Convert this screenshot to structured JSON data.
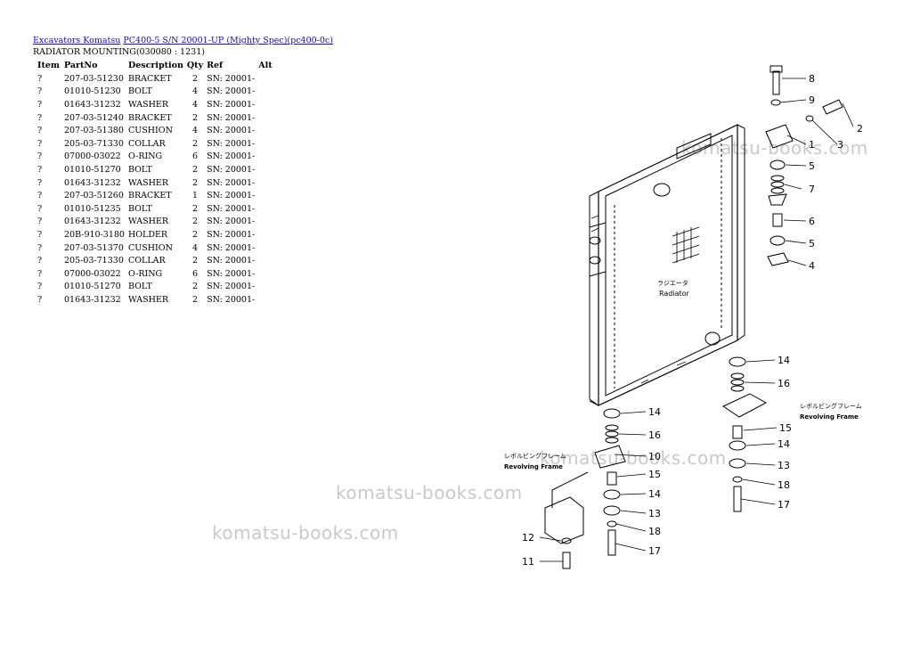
{
  "breadcrumb": {
    "link1": "Excavators Komatsu",
    "link2": "PC400-5 S/N 20001-UP (Mighty Spec)(pc400-0c)"
  },
  "subtitle": "RADIATOR MOUNTING(030080 : 1231)",
  "table": {
    "headers": [
      "Item",
      "PartNo",
      "Description",
      "Qty",
      "Ref",
      "Alt"
    ],
    "rows": [
      [
        "?",
        "207-03-51230",
        "BRACKET",
        "2",
        "SN: 20001-",
        ""
      ],
      [
        "?",
        "01010-51230",
        "BOLT",
        "4",
        "SN: 20001-",
        ""
      ],
      [
        "?",
        "01643-31232",
        "WASHER",
        "4",
        "SN: 20001-",
        ""
      ],
      [
        "?",
        "207-03-51240",
        "BRACKET",
        "2",
        "SN: 20001-",
        ""
      ],
      [
        "?",
        "207-03-51380",
        "CUSHION",
        "4",
        "SN: 20001-",
        ""
      ],
      [
        "?",
        "205-03-71330",
        "COLLAR",
        "2",
        "SN: 20001-",
        ""
      ],
      [
        "?",
        "07000-03022",
        "O-RING",
        "6",
        "SN: 20001-",
        ""
      ],
      [
        "?",
        "01010-51270",
        "BOLT",
        "2",
        "SN: 20001-",
        ""
      ],
      [
        "?",
        "01643-31232",
        "WASHER",
        "2",
        "SN: 20001-",
        ""
      ],
      [
        "?",
        "207-03-51260",
        "BRACKET",
        "1",
        "SN: 20001-",
        ""
      ],
      [
        "?",
        "01010-51235",
        "BOLT",
        "2",
        "SN: 20001-",
        ""
      ],
      [
        "?",
        "01643-31232",
        "WASHER",
        "2",
        "SN: 20001-",
        ""
      ],
      [
        "?",
        "20B-910-3180",
        "HOLDER",
        "2",
        "SN: 20001-",
        ""
      ],
      [
        "?",
        "207-03-51370",
        "CUSHION",
        "4",
        "SN: 20001-",
        ""
      ],
      [
        "?",
        "205-03-71330",
        "COLLAR",
        "2",
        "SN: 20001-",
        ""
      ],
      [
        "?",
        "07000-03022",
        "O-RING",
        "6",
        "SN: 20001-",
        ""
      ],
      [
        "?",
        "01010-51270",
        "BOLT",
        "2",
        "SN: 20001-",
        ""
      ],
      [
        "?",
        "01643-31232",
        "WASHER",
        "2",
        "SN: 20001-",
        ""
      ]
    ]
  },
  "watermark": "komatsu-books.com",
  "diagram": {
    "radiator_jp": "ラジエータ",
    "radiator_en": "Radiator",
    "frame_jp": "レボルビングフレーム",
    "frame_en": "Revolving  Frame",
    "callouts": [
      "8",
      "9",
      "2",
      "1",
      "3",
      "5",
      "7",
      "6",
      "5",
      "4",
      "14",
      "16",
      "15",
      "14",
      "13",
      "18",
      "17",
      "14",
      "16",
      "10",
      "15",
      "14",
      "13",
      "18",
      "17",
      "12",
      "11"
    ]
  }
}
